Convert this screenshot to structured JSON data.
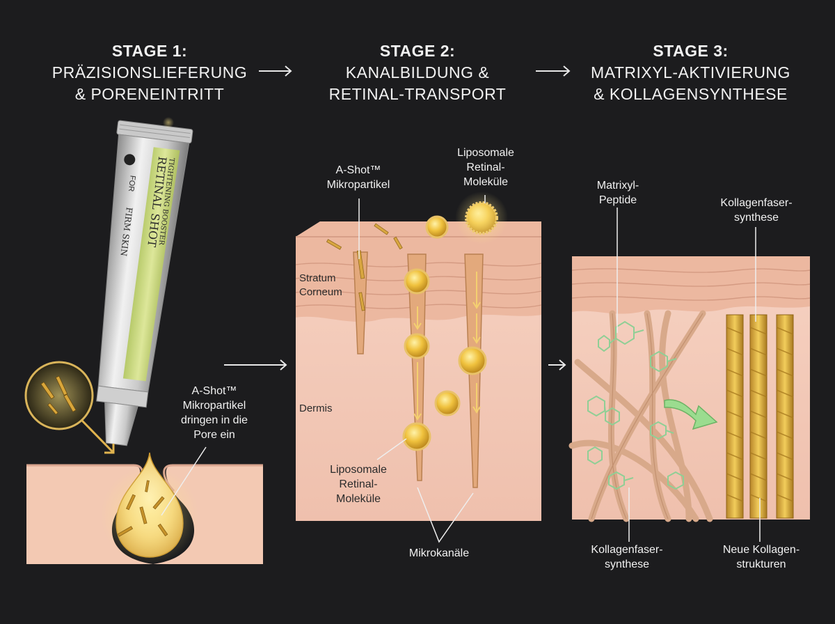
{
  "stages": [
    {
      "number": "STAGE 1:",
      "line1": "PRÄZISIONSLIEFERUNG",
      "line2": "& PORENEINTRITT"
    },
    {
      "number": "STAGE 2:",
      "line1": "KANALBILDUNG &",
      "line2": "RETINAL-TRANSPORT"
    },
    {
      "number": "STAGE 3:",
      "line1": "MATRIXYL-AKTIVIERUNG",
      "line2": "& KOLLAGENSYNTHESE"
    }
  ],
  "tube": {
    "brand": "RETINAL SHOT",
    "subtitle": "TIGHTENING BOOSTER",
    "for_label": "FOR",
    "skin_label": "FIRM SKIN"
  },
  "labels": {
    "stage1_pore": [
      "A-Shot™",
      "Mikropartikel",
      "dringen in die",
      "Pore ein"
    ],
    "stage2_particles": [
      "A-Shot™",
      "Mikropartikel"
    ],
    "stage2_liposomes_top": [
      "Liposomale",
      "Retinal-",
      "Moleküle"
    ],
    "stage2_liposomes_bottom": [
      "Liposomale",
      "Retinal-",
      "Moleküle"
    ],
    "stage2_channels": "Mikrokanäle",
    "stratum": [
      "Stratum",
      "Corneum"
    ],
    "dermis": "Dermis",
    "stage3_peptides": [
      "Matrixyl-",
      "Peptide"
    ],
    "stage3_fiber_top": [
      "Kollagenfaser-",
      "synthese"
    ],
    "stage3_fiber_bottom": [
      "Kollagenfaser-",
      "synthese"
    ],
    "stage3_new": [
      "Neue Kollagen-",
      "strukturen"
    ]
  },
  "colors": {
    "background": "#1c1c1e",
    "skin": "#f3c9b3",
    "dermis": "#f4cdbd",
    "stratum": "#e9b59d",
    "gold": "#d9a63a",
    "tube_label": "#c9d97a",
    "peptide_green": "#8fcf95"
  }
}
